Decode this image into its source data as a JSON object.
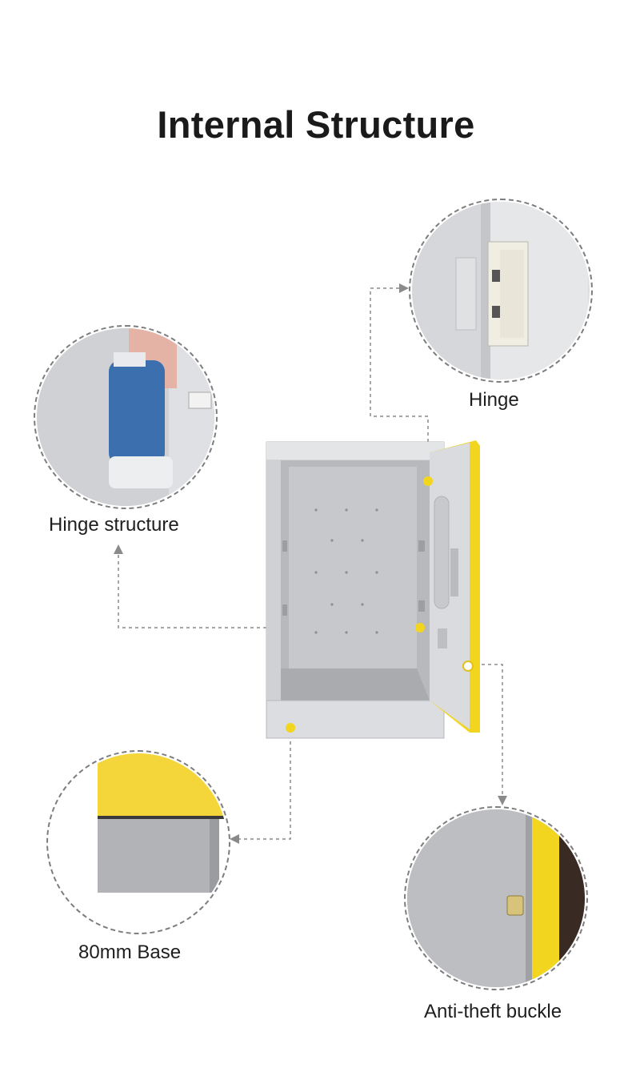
{
  "header": {
    "title": "Internal Structure"
  },
  "callouts": {
    "hinge": "Hinge",
    "hinge_structure": "Hinge structure",
    "base": "80mm Base",
    "anti_theft": "Anti-theft buckle"
  },
  "colors": {
    "accent_yellow": "#f2d51e",
    "locker_grey": "#c9cbcf",
    "dashed_line": "#8a8a8a"
  },
  "icons": [
    "locker-illustration",
    "hinge-closeup",
    "hinge-structure-closeup",
    "base-closeup",
    "buckle-closeup"
  ]
}
